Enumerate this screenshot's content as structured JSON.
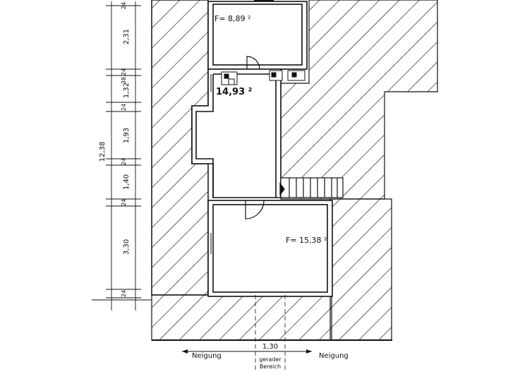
{
  "rooms": {
    "upper": "F= 8,89 ²",
    "middle": "14,93 ²",
    "lower": "F= 15,38 ²"
  },
  "dimensions": {
    "total": "12,38",
    "d1": "24",
    "d2": "2,31",
    "d3": "24",
    "d4": "1,32",
    "d5": "38",
    "d6": "24",
    "d7": "1,93",
    "d8": "24",
    "d9": "1,40",
    "d10": "24",
    "d11": "3,30",
    "d12": "24"
  },
  "bottom": {
    "width": "1,30",
    "left_label": "Neigung",
    "right_label": "Neigung",
    "center_line1": "gerader",
    "center_line2": "Bereich"
  },
  "colors": {
    "line": "#111111",
    "background": "#ffffff"
  }
}
